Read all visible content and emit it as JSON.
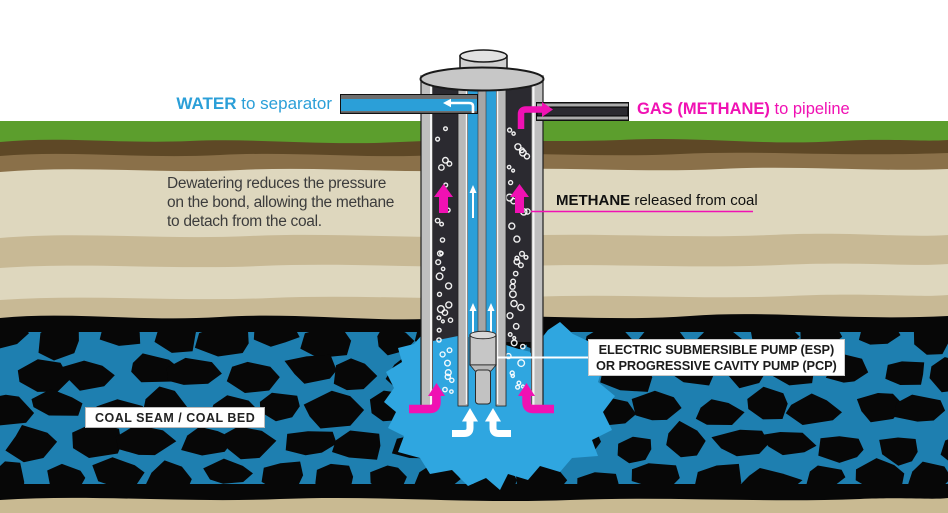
{
  "labels": {
    "water": {
      "bold": "WATER",
      "rest": " to separator"
    },
    "gas": {
      "bold": "GAS (METHANE)",
      "rest": " to pipeline"
    },
    "dewatering": "Dewatering reduces the pressure\non the bond, allowing the methane\nto detach from the coal.",
    "methane": {
      "bold": "METHANE",
      "rest": " released from coal"
    },
    "pump": "ELECTRIC SUBMERSIBLE PUMP (ESP)\nOR PROGRESSIVE CAVITY PUMP (PCP)",
    "coal_seam": "COAL SEAM / COAL BED"
  },
  "colors": {
    "water_blue": "#2B9FD8",
    "pool_blue": "#2FA6E0",
    "crack_blue": "#1E7FB0",
    "magenta": "#F011B3",
    "grass_green": "#5C9E2D",
    "coal_black": "#070707",
    "cream": "#DED7BE",
    "tan": "#C8B995",
    "dark_brown": "#5E4826",
    "mid_brown": "#8A7049",
    "bottom_tan": "#C9BA92",
    "annulus_dark": "#2B2A30",
    "casing_gray": "#BFBFBF",
    "label_text": "#1C1C1C"
  }
}
